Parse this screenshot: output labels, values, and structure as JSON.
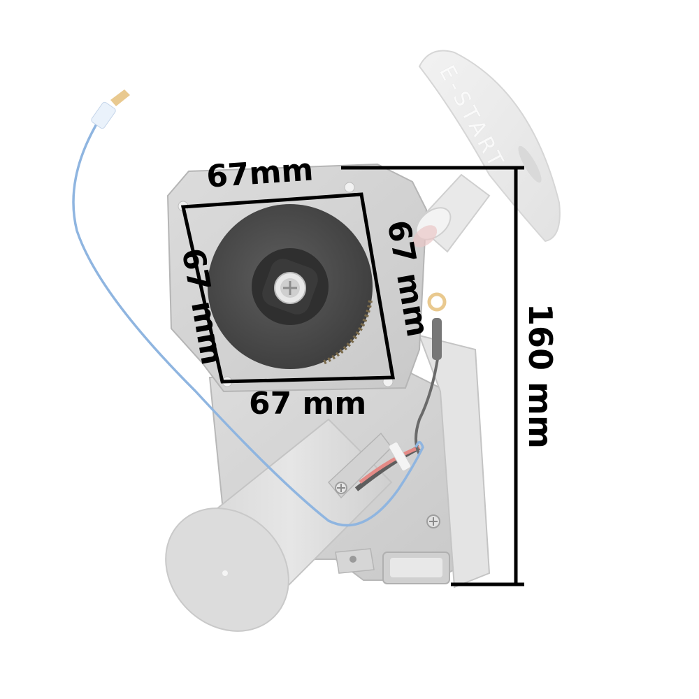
{
  "image": {
    "subject": "electric starter / recoil pull-start assembly with DC motor",
    "background": "#ffffff"
  },
  "product": {
    "handle_text": "E-START"
  },
  "dimensions": {
    "top_width": "67mm",
    "left_height": "67 mm",
    "right_height": "67 mm",
    "bottom_width": "67 mm",
    "overall_height": "160 mm"
  },
  "colors": {
    "housing": "#d4d4d4",
    "housing_dark": "#a9a9a9",
    "housing_light": "#e6e6e6",
    "disc": "#4a4a4a",
    "handle": "#efefef",
    "blue_wire": "#8fb5e0",
    "red_wire": "#e48a86",
    "black_wire": "#5a5a5a",
    "terminal": "#e9c98f",
    "annotation": "#000000"
  }
}
